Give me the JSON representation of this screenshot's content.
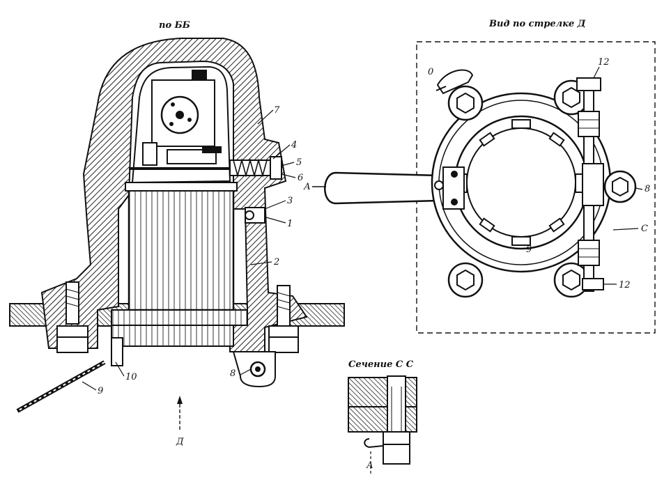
{
  "titles": {
    "left": "по ББ",
    "right": "Вид по стрелке  Д",
    "section": "Сечение С С"
  },
  "callouts": {
    "c1": "1",
    "c2": "2",
    "c3": "3",
    "c4": "4",
    "c5": "5",
    "c6": "6",
    "c7": "7",
    "c8": "8",
    "c9": "9",
    "c10": "10",
    "c12_top": "12",
    "c12_bottom": "12",
    "c8_right": "8",
    "c0": "0",
    "c9_ring": "9"
  },
  "markers": {
    "arrow_d_left": "Д",
    "view_a": "А",
    "cut_c": "С",
    "cut_a_bottom": "А"
  },
  "colors": {
    "ink": "#111111",
    "hatch": "#222222",
    "paper": "#ffffff"
  }
}
